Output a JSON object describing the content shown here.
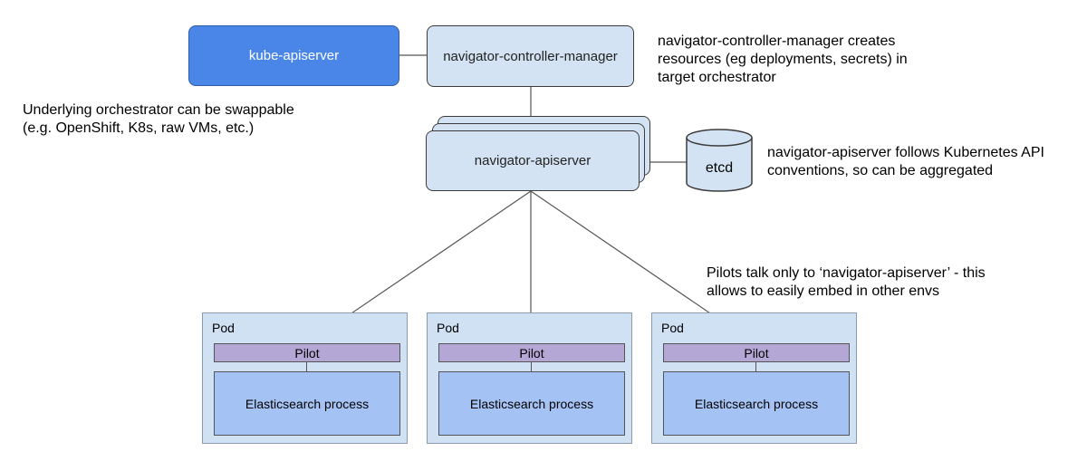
{
  "nodes": {
    "kube_apiserver": "kube-apiserver",
    "controller_manager": "navigator-controller-manager",
    "apiserver": "navigator-apiserver",
    "etcd": "etcd"
  },
  "pods": [
    {
      "label": "Pod",
      "pilot": "Pilot",
      "process": "Elasticsearch process"
    },
    {
      "label": "Pod",
      "pilot": "Pilot",
      "process": "Elasticsearch process"
    },
    {
      "label": "Pod",
      "pilot": "Pilot",
      "process": "Elasticsearch process"
    }
  ],
  "notes": {
    "controller_manager": "navigator-controller-manager creates\nresources (eg deployments, secrets) in\ntarget orchestrator",
    "orchestrator": "Underlying orchestrator can be swappable\n(e.g. OpenShift, K8s, raw VMs, etc.)",
    "apiserver": "navigator-apiserver  follows Kubernetes API\nconventions, so can be aggregated",
    "pilots": "Pilots talk only to ‘navigator-apiserver’ - this\nallows to easily embed in other envs"
  },
  "colors": {
    "light_box": "#d3e3f3",
    "kube_box": "#4a86e8",
    "pod_bg": "#cfe1f3",
    "pilot_bg": "#b4a7d6",
    "process_bg": "#a4c2f4"
  }
}
